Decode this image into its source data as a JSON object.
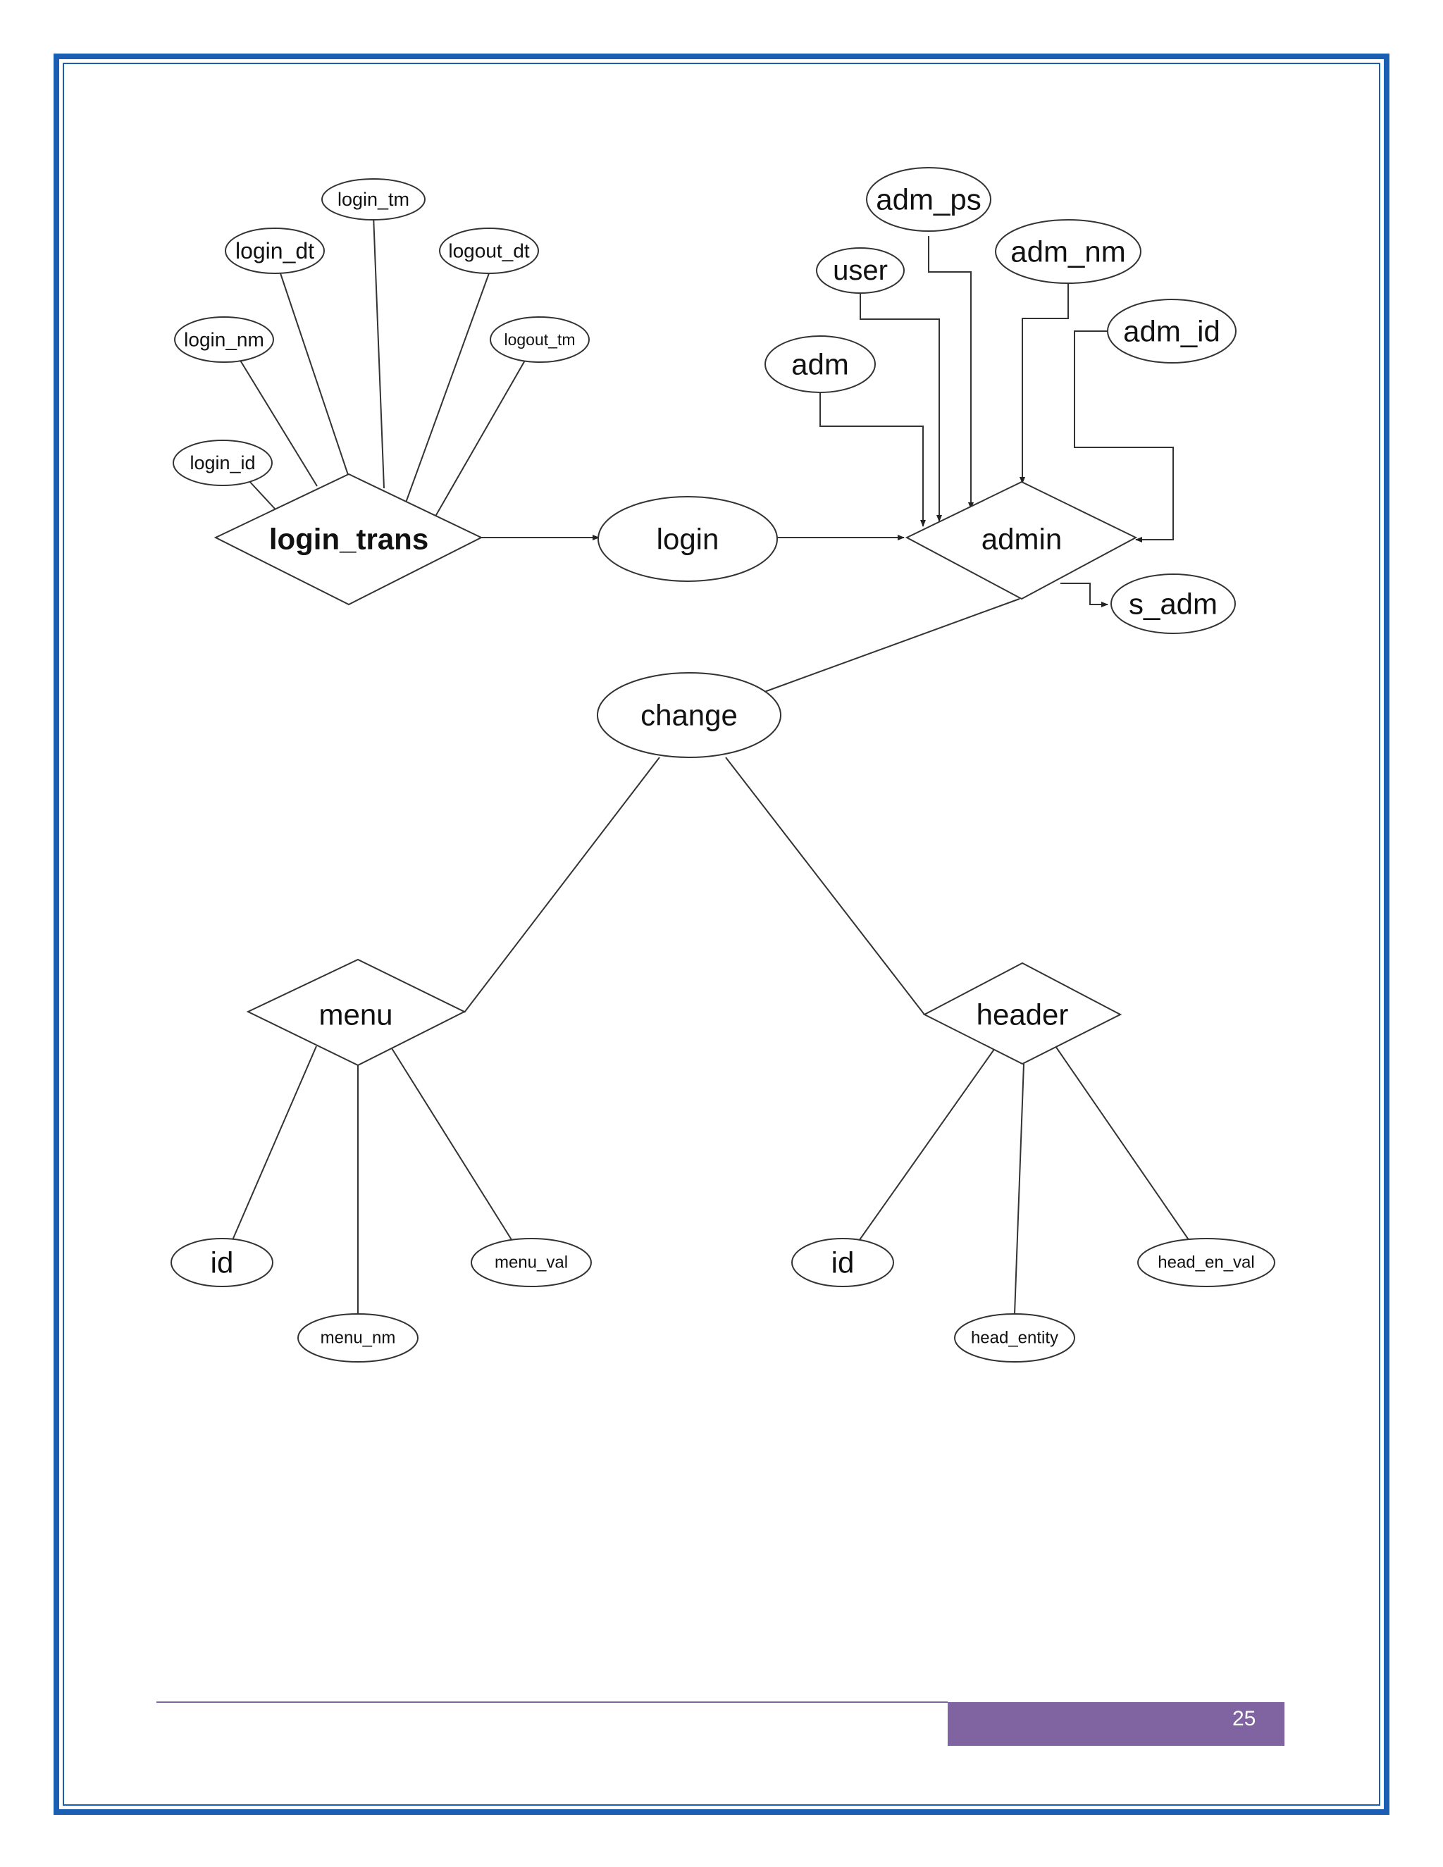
{
  "diagram": {
    "entities": {
      "login_trans": "login_trans",
      "admin": "admin",
      "menu": "menu",
      "header": "header"
    },
    "relationships": {
      "login": "login",
      "change": "change"
    },
    "attributes": {
      "login_tm": "login_tm",
      "login_dt": "login_dt",
      "logout_dt": "logout_dt",
      "login_nm": "login_nm",
      "logout_tm": "logout_tm",
      "login_id": "login_id",
      "adm_ps": "adm_ps",
      "adm_nm": "adm_nm",
      "user": "user",
      "adm_id": "adm_id",
      "adm": "adm",
      "s_adm": "s_adm",
      "menu_id": "id",
      "menu_nm": "menu_nm",
      "menu_val": "menu_val",
      "header_id": "id",
      "head_entity": "head_entity",
      "head_en_val": "head_en_val"
    }
  },
  "footer": {
    "page_number": "25"
  },
  "colors": {
    "border": "#1a5fb4",
    "footer_bar": "#8064a2",
    "footer_line": "#8064a2",
    "stroke": "#333333"
  }
}
